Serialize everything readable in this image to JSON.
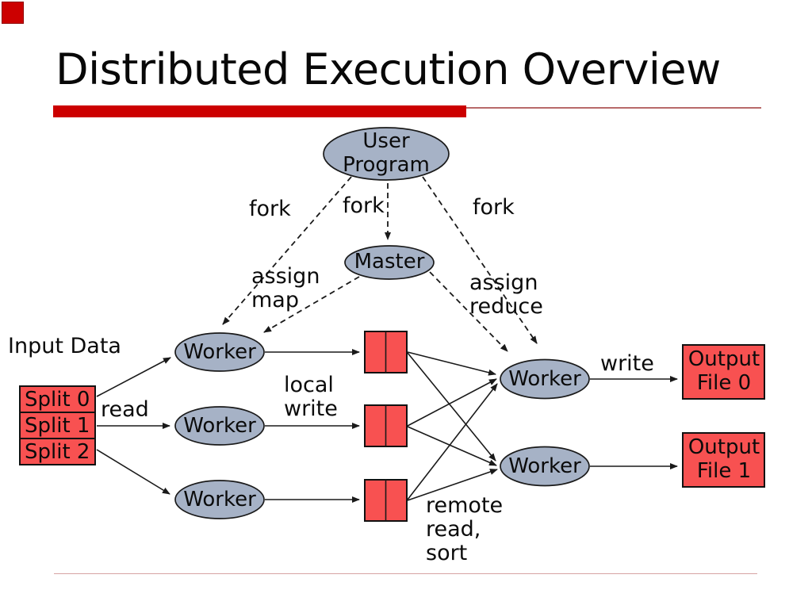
{
  "slide": {
    "title": "Distributed Execution Overview",
    "accent_color": "#cc0000",
    "node_fill": "#a6b2c6",
    "file_fill": "#f85151"
  },
  "nodes": {
    "user_program": "User\nProgram",
    "master": "Master",
    "map_worker_1": "Worker",
    "map_worker_2": "Worker",
    "map_worker_3": "Worker",
    "reduce_worker_1": "Worker",
    "reduce_worker_2": "Worker"
  },
  "files": {
    "input_label": "Input Data",
    "splits": [
      "Split 0",
      "Split 1",
      "Split 2"
    ],
    "outputs": [
      "Output\nFile 0",
      "Output\nFile 1"
    ]
  },
  "edge_labels": {
    "fork_left": "fork",
    "fork_mid": "fork",
    "fork_right": "fork",
    "assign_map": "assign\nmap",
    "assign_reduce": "assign\nreduce",
    "read": "read",
    "local_write": "local\nwrite",
    "remote_read_sort": "remote\nread,\nsort",
    "write": "write"
  }
}
